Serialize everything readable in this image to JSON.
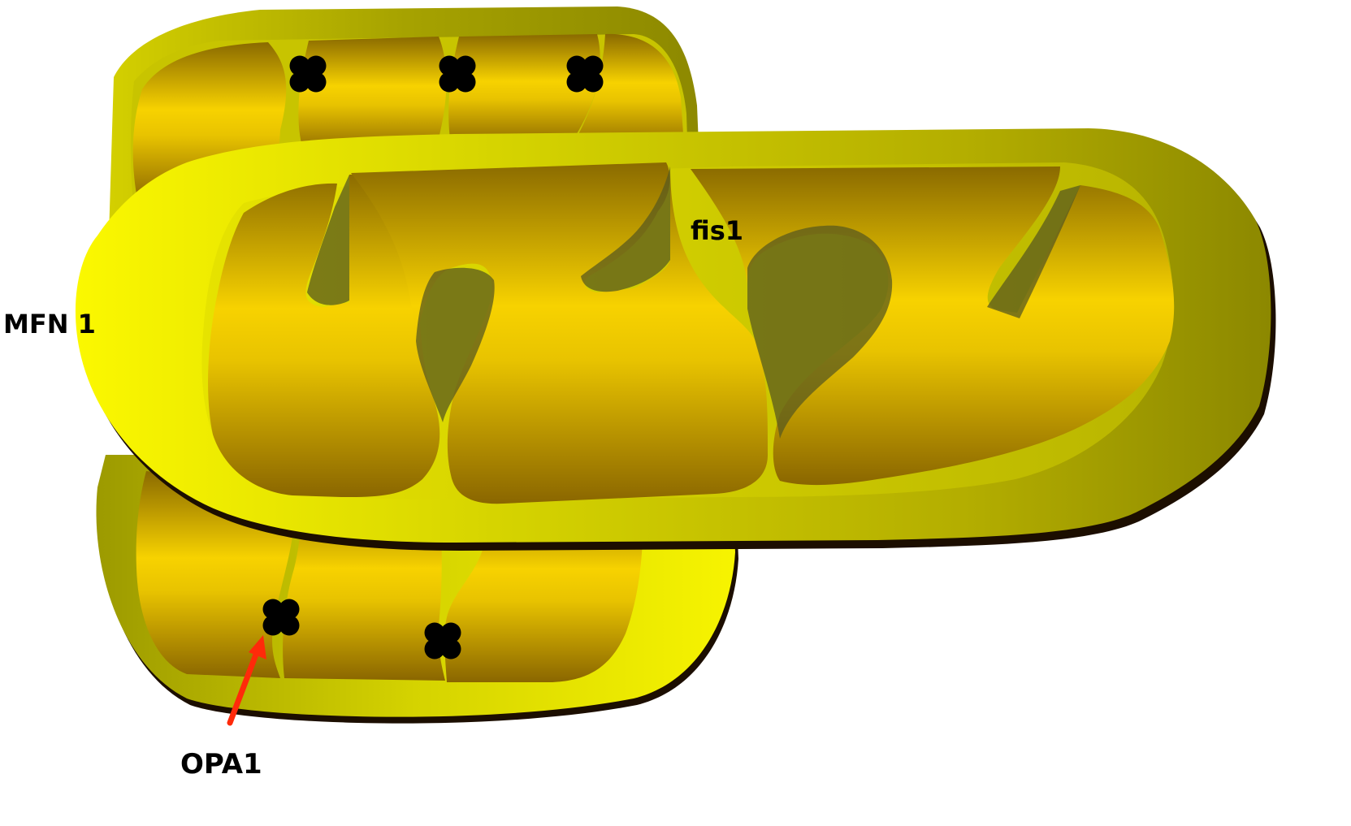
{
  "labels": {
    "mfn": "MFN 1",
    "fis1": "fis1",
    "opa1": "OPA1"
  },
  "colors": {
    "outer_membrane_light": "#f4f100",
    "outer_membrane_dark": "#8e8a00",
    "cristae_light": "#f7d000",
    "cristae_dark": "#8a6600",
    "shadow": "#1c0e00",
    "protein_cluster": "#000000",
    "arrow": "#ff2a0a"
  },
  "protein_cluster_icon": "four-circle-cluster",
  "arrow_icon": "red-arrow"
}
